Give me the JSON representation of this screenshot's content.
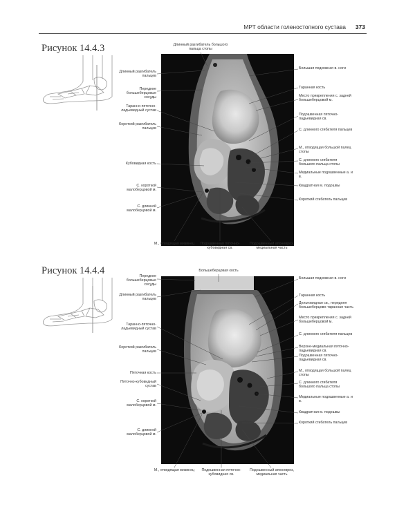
{
  "header": {
    "title": "МРТ области голеностопного сустава",
    "page_number": "373"
  },
  "figures": [
    {
      "id": "14.4.3",
      "title": "Рисунок 14.4.3",
      "labels_top": [
        "Длинный разгибатель большого пальца стопы"
      ],
      "labels_left": [
        "Длинный разгибатель пальцев",
        "Передние большеберцовые сосуды",
        "Таранно-пяточно-ладьевидный сустав",
        "Короткий разгибатель пальцев",
        "Кубовидная кость",
        "С. короткой малоберцовой м.",
        "С. длинной малоберцовой м."
      ],
      "labels_right": [
        "Большая подкожная в. ноги",
        "Таранная кость",
        "Место прикрепления с. задней большеберцовой м.",
        "Подошвенная пяточно-ладьевидная св.",
        "С. длинного сгибателя пальцев",
        "М., отводящая большой палец стопы",
        "С. длинного сгибателя большого пальца стопы",
        "Медиальные подошвенные а. и в.",
        "Квадратная м. подошвы",
        "Короткий сгибатель пальцев"
      ],
      "labels_bottom": [
        "М., отводящая мизинец",
        "Подошвенная пяточно-кубовидная св.",
        "Подошвенный апоневроз, медиальная часть"
      ]
    },
    {
      "id": "14.4.4",
      "title": "Рисунок 14.4.4",
      "labels_top": [
        "Большеберцовая кость"
      ],
      "labels_left": [
        "Передние большеберцовые сосуды",
        "Длинный разгибатель пальцев",
        "Таранно-пяточно-ладьевидный сустав",
        "Короткий разгибатель пальцев",
        "Пяточная кость",
        "Пяточно-кубовидный сустав",
        "С. короткой малоберцовой м.",
        "С. длинной малоберцовой м."
      ],
      "labels_right": [
        "Большая подкожная в. ноги",
        "Таранная кость",
        "Дельтовидная св., передняя большеберцово-таранная часть",
        "Место прикрепления с. задней большеберцовой м.",
        "С. длинного сгибателя пальцев",
        "Верхне-медиальная пяточно-ладьевидная св.",
        "Подошвенная пяточно-ладьевидная св.",
        "М., отводящая большой палец стопы",
        "С. длинного сгибателя большого пальца стопы",
        "Медиальные подошвенные а. и в.",
        "Квадратная м. подошвы",
        "Короткий сгибатель пальцев"
      ],
      "labels_bottom": [
        "М., отводящая мизинец",
        "Подошвенная пяточно-кубовидная св.",
        "Подошвенный апоневроз, медиальная часть"
      ]
    }
  ]
}
